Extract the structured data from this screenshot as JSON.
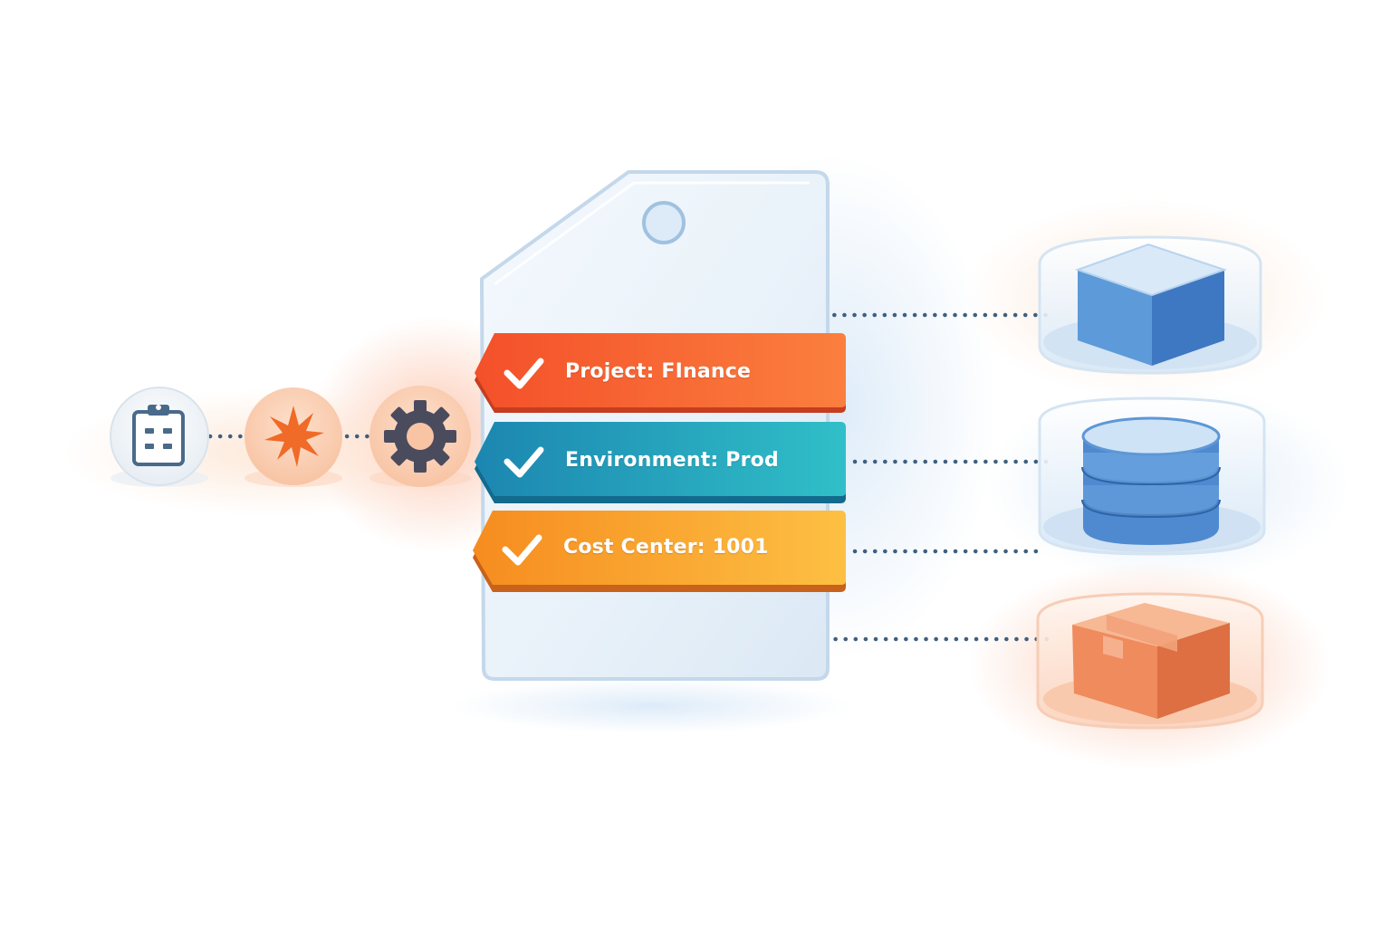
{
  "source_icons": [
    {
      "icon": "clipboard-icon"
    },
    {
      "icon": "starburst-icon"
    },
    {
      "icon": "gear-icon"
    }
  ],
  "tag": {
    "icon": "price-tag-icon",
    "labels": [
      {
        "text": "Project: FInance",
        "color": "#f4572c",
        "check_icon": "checkmark-icon"
      },
      {
        "text": "Environment: Prod",
        "color": "#1a96b8",
        "check_icon": "checkmark-icon"
      },
      {
        "text": "Cost Center: 1001",
        "color": "#f79b20",
        "check_icon": "checkmark-icon"
      }
    ]
  },
  "resources": [
    {
      "icon": "cube-icon",
      "color": "#4a8fd6"
    },
    {
      "icon": "database-icon",
      "color": "#4a8fd6"
    },
    {
      "icon": "package-box-icon",
      "color": "#ef7f55"
    }
  ],
  "colors": {
    "accent_orange": "#f4572c",
    "accent_teal": "#1a96b8",
    "accent_amber": "#f79b20",
    "accent_blue": "#4a8fd6",
    "connector": "#3f5f7f"
  }
}
